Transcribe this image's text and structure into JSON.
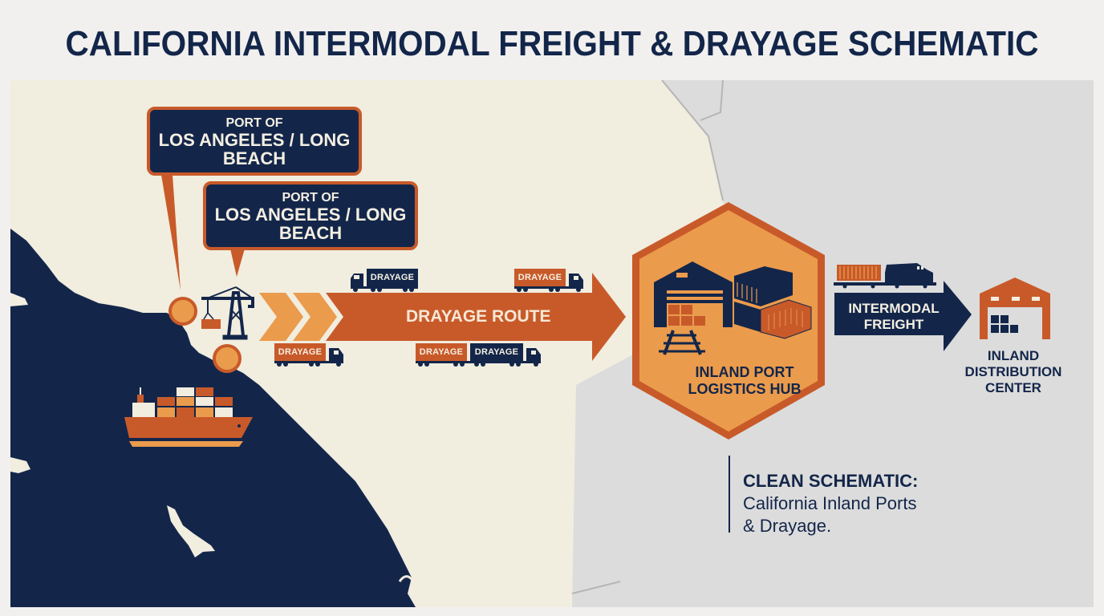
{
  "title": "CALIFORNIA INTERMODAL FREIGHT & DRAYAGE SCHEMATIC",
  "colors": {
    "navy": "#13264a",
    "orange_dark": "#c85a2a",
    "orange_light": "#eb9b4c",
    "land": "#f1eddf",
    "inland_gray": "#dcdcdc",
    "background": "#f1f0ee"
  },
  "callouts": [
    {
      "line1": "PORT OF",
      "line2": "LOS ANGELES / LONG",
      "line3": "BEACH"
    },
    {
      "line1": "PORT OF",
      "line2": "LOS ANGELES / LONG",
      "line3": "BEACH"
    }
  ],
  "route": {
    "label": "DRAYAGE ROUTE"
  },
  "trucks": [
    {
      "label": "DRAYAGE",
      "color": "navy"
    },
    {
      "label": "DRAYAGE",
      "color": "orange"
    },
    {
      "label": "DRAYAGE",
      "color": "orange"
    },
    {
      "label": "DRAYAGE",
      "color": "orange"
    },
    {
      "label": "DRAYAGE",
      "color": "navy"
    }
  ],
  "hub": {
    "line1": "INLAND PORT",
    "line2": "LOGISTICS HUB"
  },
  "intermodal": {
    "line1": "INTERMODAL",
    "line2": "FREIGHT"
  },
  "distribution": {
    "line1": "INLAND",
    "line2": "DISTRIBUTION",
    "line3": "CENTER"
  },
  "note": {
    "heading": "CLEAN SCHEMATIC:",
    "line1": "California Inland Ports",
    "line2": "& Drayage."
  },
  "icons": [
    "port-marker-icon",
    "crane-icon",
    "container-ship-icon",
    "truck-icon",
    "warehouse-icon",
    "container-stack-icon",
    "rail-track-icon",
    "train-icon",
    "distribution-center-icon"
  ]
}
